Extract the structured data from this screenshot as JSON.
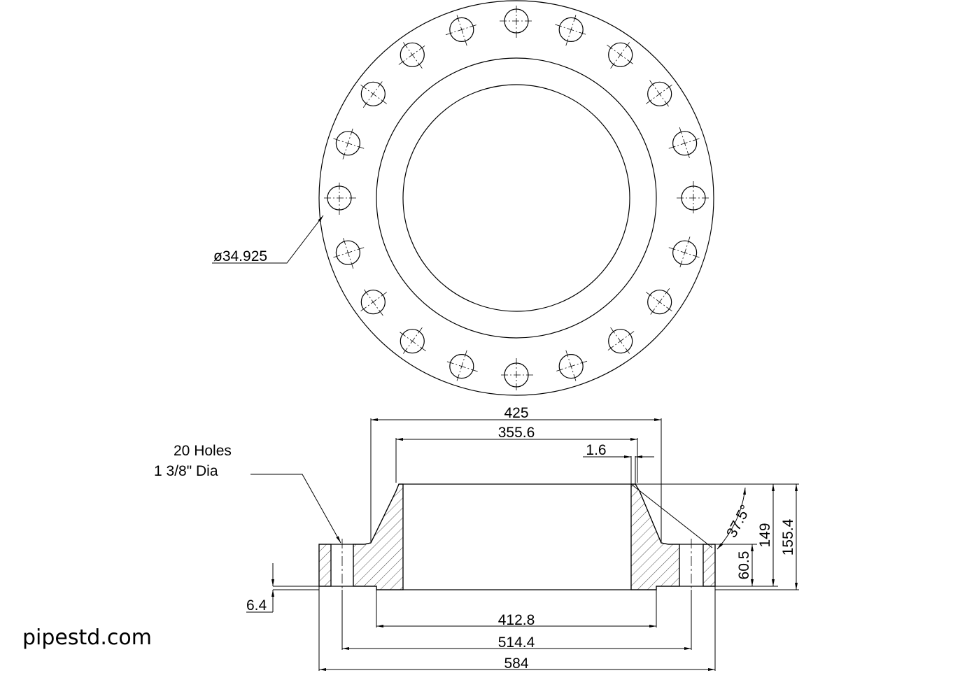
{
  "drawing": {
    "line_color": "#000000",
    "background": "#ffffff",
    "bolt_hole_count": 20,
    "hole_diameter_label": "ø34.925",
    "holes_note_line1": "20 Holes",
    "holes_note_line2": "1 3/8\" Dia",
    "dims": {
      "hub_od": "425",
      "bore": "355.6",
      "bevel_land": "1.6",
      "bevel_angle": "37.5°",
      "flange_thickness": "60.5",
      "length_thru_hub": "149",
      "overall_length": "155.4",
      "raised_face_height": "6.4",
      "raised_face_dia": "412.8",
      "bolt_circle": "514.4",
      "flange_od": "584"
    }
  },
  "watermark": "pipestd.com"
}
